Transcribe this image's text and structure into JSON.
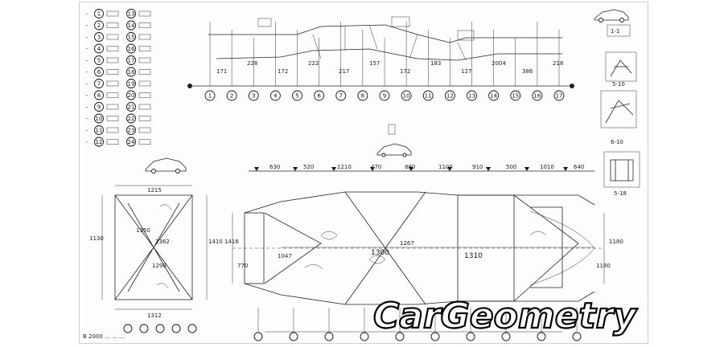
{
  "brand": {
    "logo_text": "CarGeometry"
  },
  "top_view": {
    "point_labels": [
      "1",
      "2",
      "3",
      "4",
      "5",
      "6",
      "7",
      "8",
      "9",
      "10",
      "11",
      "12",
      "13",
      "14",
      "15",
      "16",
      "17"
    ],
    "dimensions": [
      "171",
      "228",
      "172",
      "222",
      "217",
      "157",
      "172",
      "183",
      "127",
      "2004",
      "386",
      "218"
    ]
  },
  "bottom_view": {
    "dimensions_top": [
      "630",
      "520",
      "1210",
      "470",
      "880",
      "1100",
      "910",
      "500",
      "1010",
      "640"
    ],
    "center_labels": [
      "1300",
      "1310",
      "1267",
      "1047"
    ],
    "side_labels": [
      "1416",
      "1180",
      "770",
      "1180"
    ]
  },
  "left_view": {
    "dimensions": [
      "1130",
      "1410",
      "1215",
      "1312",
      "1350",
      "1362",
      "1290"
    ]
  },
  "legend": {
    "rows": [
      "1",
      "2",
      "3",
      "4",
      "5",
      "6",
      "7",
      "8",
      "9",
      "10",
      "11",
      "12",
      "13",
      "14",
      "15",
      "16",
      "17",
      "18",
      "19",
      "20",
      "21",
      "22",
      "23",
      "24"
    ]
  },
  "right_details": {
    "labels": [
      "1-1",
      "5-10",
      "6-10",
      "5-18"
    ]
  },
  "footnote": "B 2000 ... ... ..."
}
